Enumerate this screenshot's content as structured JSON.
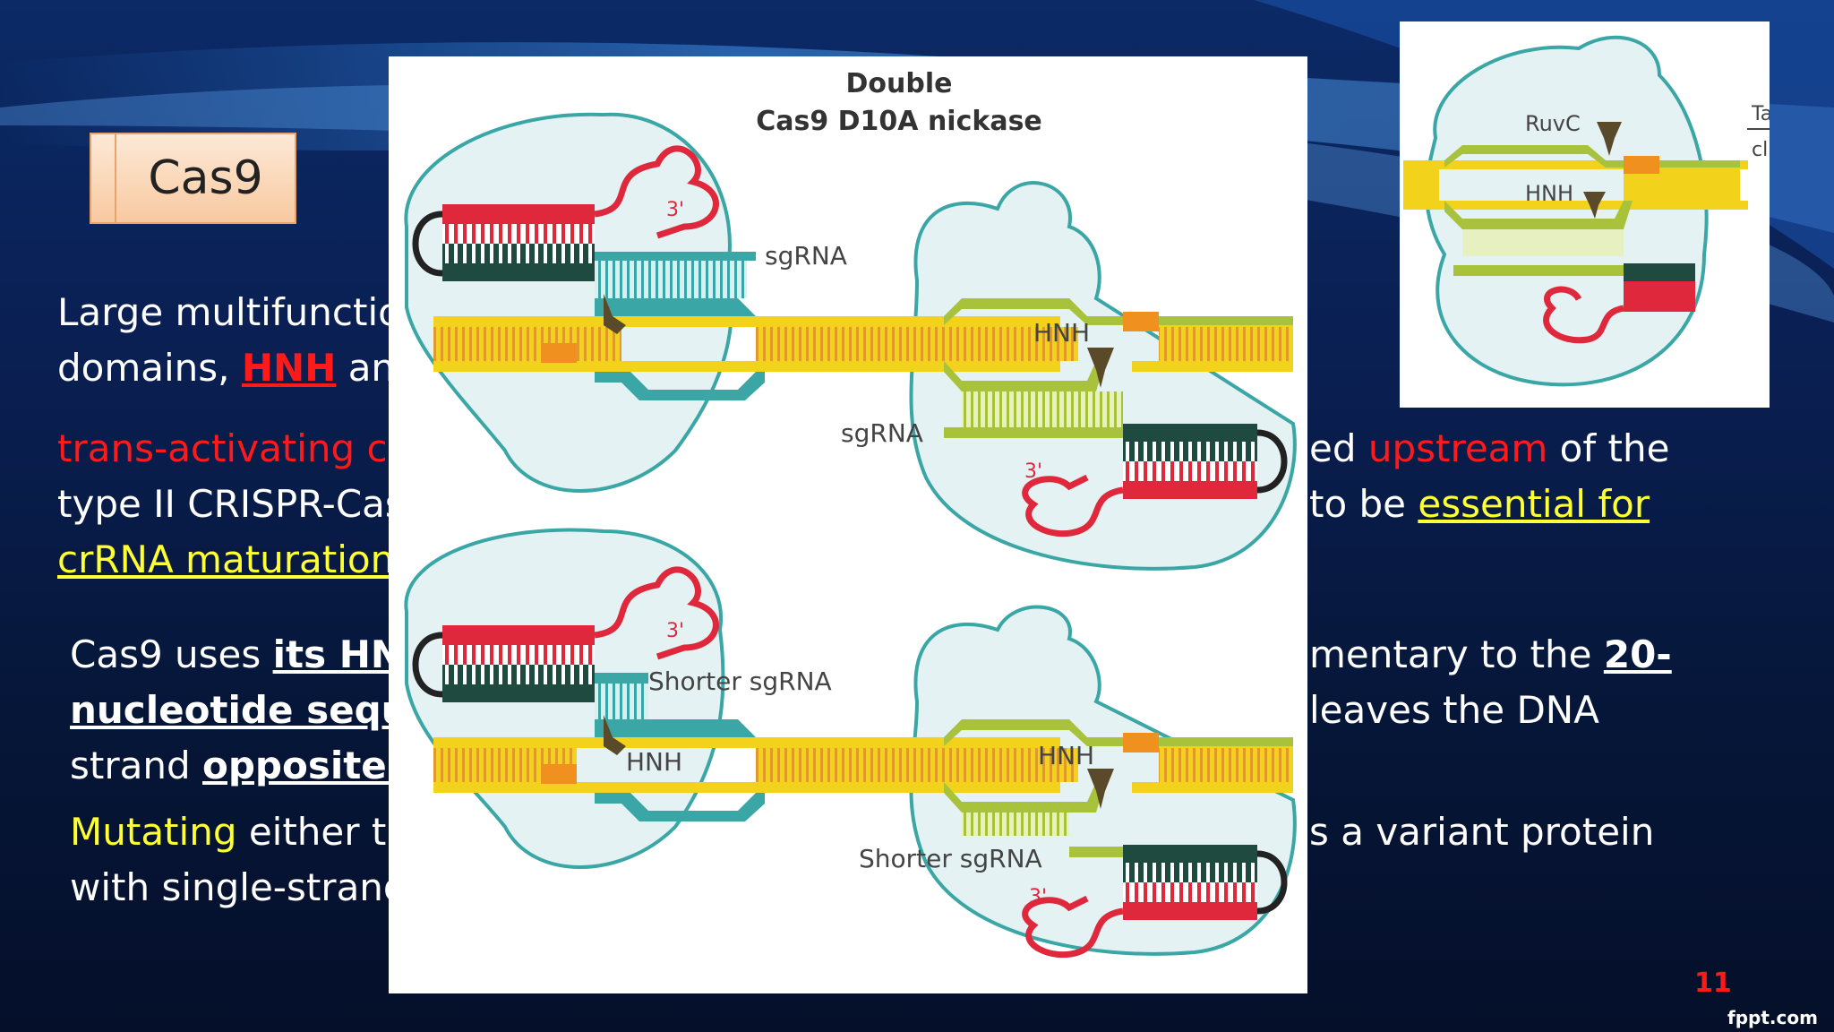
{
  "slide": {
    "title": "Cas9",
    "page_number": "11",
    "brand": "fppt.com"
  },
  "text": {
    "p1_line1": "Large multifunctio",
    "p1_line2_a": "domains, ",
    "p1_line2_hnh": "HNH",
    "p1_line2_b": "  an",
    "p2_line1_left": "trans-activating cr",
    "p2_line1_right_a": "ed ",
    "p2_line1_right_up": "upstream",
    "p2_line1_right_b": " of the",
    "p2_line2_left": "type II CRISPR-Cas",
    "p2_line2_right_a": "to be ",
    "p2_line2_right_ess": "essential for",
    "p2_line3_left": "crRNA maturation",
    "p3_line1_left_a": "Cas9 uses ",
    "p3_line1_left_b": "its HNH",
    "p3_line1_right_a": "mentary to the ",
    "p3_line1_right_b": "20-",
    "p3_line2_left": "nucleotide seque",
    "p3_line2_right": "leaves the DNA",
    "p3_line3_left_a": "strand ",
    "p3_line3_left_b": "opposite t",
    "p4_line1_left_a": "Mutating",
    "p4_line1_left_b": " either t",
    "p4_line1_right": "s a variant protein",
    "p4_line2_left": "with single-strand"
  },
  "figure_main": {
    "title_line1": "Double",
    "title_line2": "Cas9 D10A nickase",
    "top_label_sgrna_left": "sgRNA",
    "top_label_hnh": "HNH",
    "top_label_sgrna_right": "sgRNA",
    "top_label_3prime_a": "3'",
    "top_label_3prime_b": "3'",
    "bottom_label_shorter_left": "Shorter sgRNA",
    "bottom_label_hnh_left": "HNH",
    "bottom_label_hnh_right": "HNH",
    "bottom_label_shorter_right": "Shorter sgRNA",
    "bottom_label_3prime_a": "3'",
    "bottom_label_3prime_b": "3'"
  },
  "figure_side": {
    "label_ruvc": "RuvC",
    "label_hnh": "HNH",
    "label_ta": "Ta",
    "label_cl": "cl"
  },
  "colors": {
    "dna_yellow": "#f2d21a",
    "dna_olive": "#a9c23c",
    "teal": "#3aa6a6",
    "rna_red": "#e0283c",
    "dark_green": "#1e4a40",
    "orange": "#f0901e",
    "blade": "#5a4a2a"
  }
}
